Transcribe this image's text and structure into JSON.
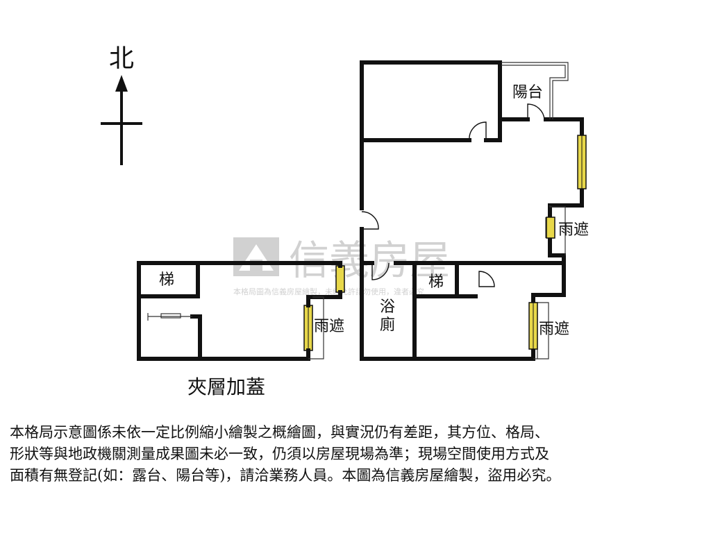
{
  "compass": {
    "north_label": "北"
  },
  "rooms": {
    "balcony": "陽台",
    "rain_shelter_right_upper": "雨遮",
    "rain_shelter_right_lower": "雨遮",
    "rain_shelter_left": "雨遮",
    "stairs_left": "梯",
    "stairs_right": "梯",
    "bathroom_line1": "浴",
    "bathroom_line2": "廁",
    "mezzanine": "夾層加蓋"
  },
  "watermark": {
    "brand": "信義房屋",
    "notice": "本格局圖為信義房屋繪製，未經允許請勿使用，違者必究"
  },
  "disclaimer": {
    "line1": "本格局示意圖係未依一定比例縮小繪製之概繪圖，與實況仍有差距，其方位、格局、",
    "line2": "形狀等與地政機關測量成果圖未必一致，仍須以房屋現場為準；現場空間使用方式及",
    "line3": "面積有無登記(如：露台、陽台等)，請洽業務人員。本圖為信義房屋繪製，盜用必究。"
  },
  "colors": {
    "wall": "#111111",
    "window_fill": "#e8d84a",
    "door_accent": "#e6c26a",
    "watermark": "#9a9a9a"
  }
}
